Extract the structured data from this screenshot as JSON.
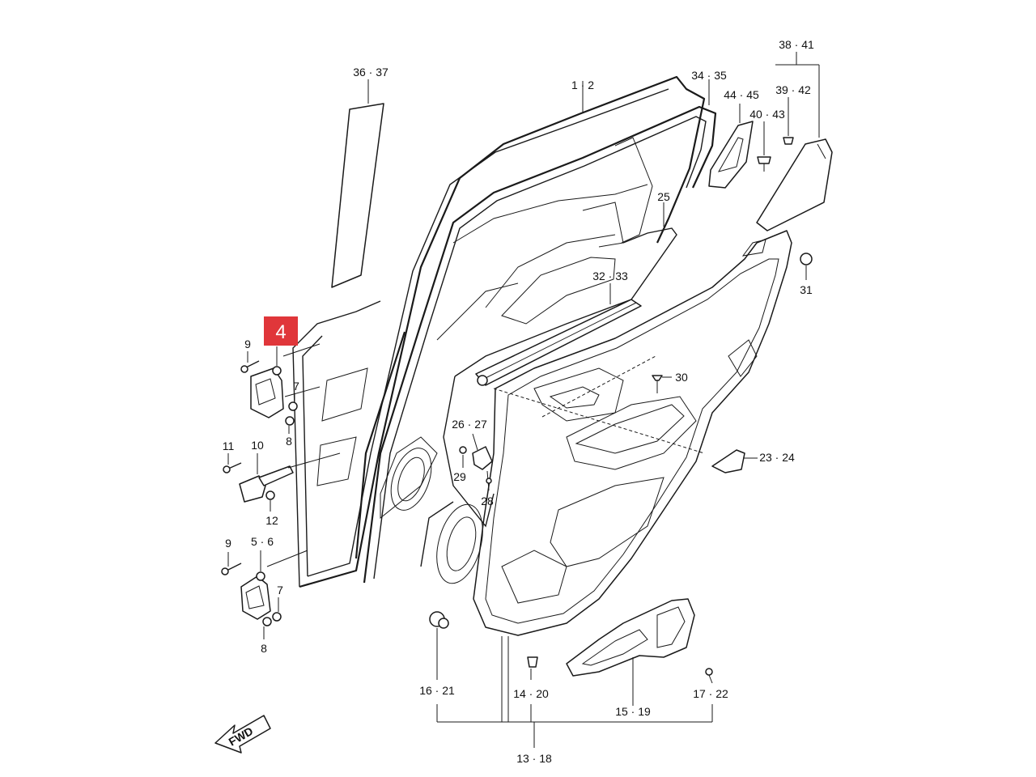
{
  "highlight": {
    "label": "4",
    "color": "#e0363a"
  },
  "direction": {
    "label": "FWD"
  },
  "labels": {
    "p36_37": "36 · 37",
    "p1_2": "1 · 2",
    "p34_35": "34 · 35",
    "p38_41": "38 · 41",
    "p39_42": "39 · 42",
    "p44_45": "44 · 45",
    "p40_43": "40 · 43",
    "p25": "25",
    "p31": "31",
    "p32_33": "32 · 33",
    "p9_top": "9",
    "p7_top": "7",
    "p8_top": "8",
    "p11": "11",
    "p10": "10",
    "p12": "12",
    "p30": "30",
    "p26_27": "26 · 27",
    "p29": "29",
    "p28": "28",
    "p23_24": "23 · 24",
    "p9_bot": "9",
    "p5_6": "5 · 6",
    "p7_bot": "7",
    "p8_bot": "8",
    "p16_21": "16 · 21",
    "p14_20": "14 · 20",
    "p15_19": "15 · 19",
    "p17_22": "17 · 22",
    "p13_18": "13 · 18"
  }
}
